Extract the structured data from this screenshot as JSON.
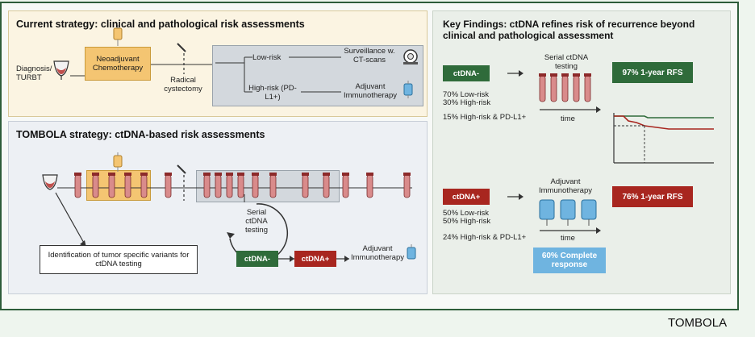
{
  "current": {
    "title": "Current strategy: clinical and pathological risk assessments",
    "diagnosis": "Diagnosis/ TURBT",
    "neoadjuvant": "Neoadjuvant Chemotherapy",
    "cystectomy": "Radical cystectomy",
    "low_risk": "Low-risk",
    "high_risk": "High-risk (PD-L1+)",
    "surveillance": "Surveillance w. CT-scans",
    "adjuvant_immuno": "Adjuvant Immunotherapy"
  },
  "tombola_panel": {
    "title": "TOMBOLA strategy: ctDNA-based risk assessments",
    "serial": "Serial ctDNA testing",
    "ctdna_neg": "ctDNA-",
    "ctdna_pos": "ctDNA+",
    "adjuvant_immuno": "Adjuvant Immunotherapy",
    "identification": "Identification of tumor specific variants for ctDNA testing"
  },
  "key": {
    "title": "Key Findings: ctDNA refines risk of recurrence beyond clinical and pathological assessment",
    "ctdna_neg": "ctDNA-",
    "neg_low": "70% Low-risk",
    "neg_high": "30% High-risk",
    "neg_pdl1": "15% High-risk & PD-L1+",
    "serial": "Serial ctDNA testing",
    "time": "time",
    "rfs_neg": "97% 1-year RFS",
    "ctdna_pos": "ctDNA+",
    "pos_low": "50% Low-risk",
    "pos_high": "50% High-risk",
    "pos_pdl1": "24% High-risk & PD-L1+",
    "adjuvant_immuno": "Adjuvant Immunotherapy",
    "time2": "time",
    "rfs_pos": "76% 1-year RFS",
    "complete": "60% Complete response"
  },
  "footer": "TOMBOLA",
  "colors": {
    "frame": "#2e5d3a",
    "green": "#2f6b3a",
    "red": "#a8261f",
    "blue": "#6fb4e0",
    "orange": "#f4c572",
    "tube": "#d98b8b"
  }
}
